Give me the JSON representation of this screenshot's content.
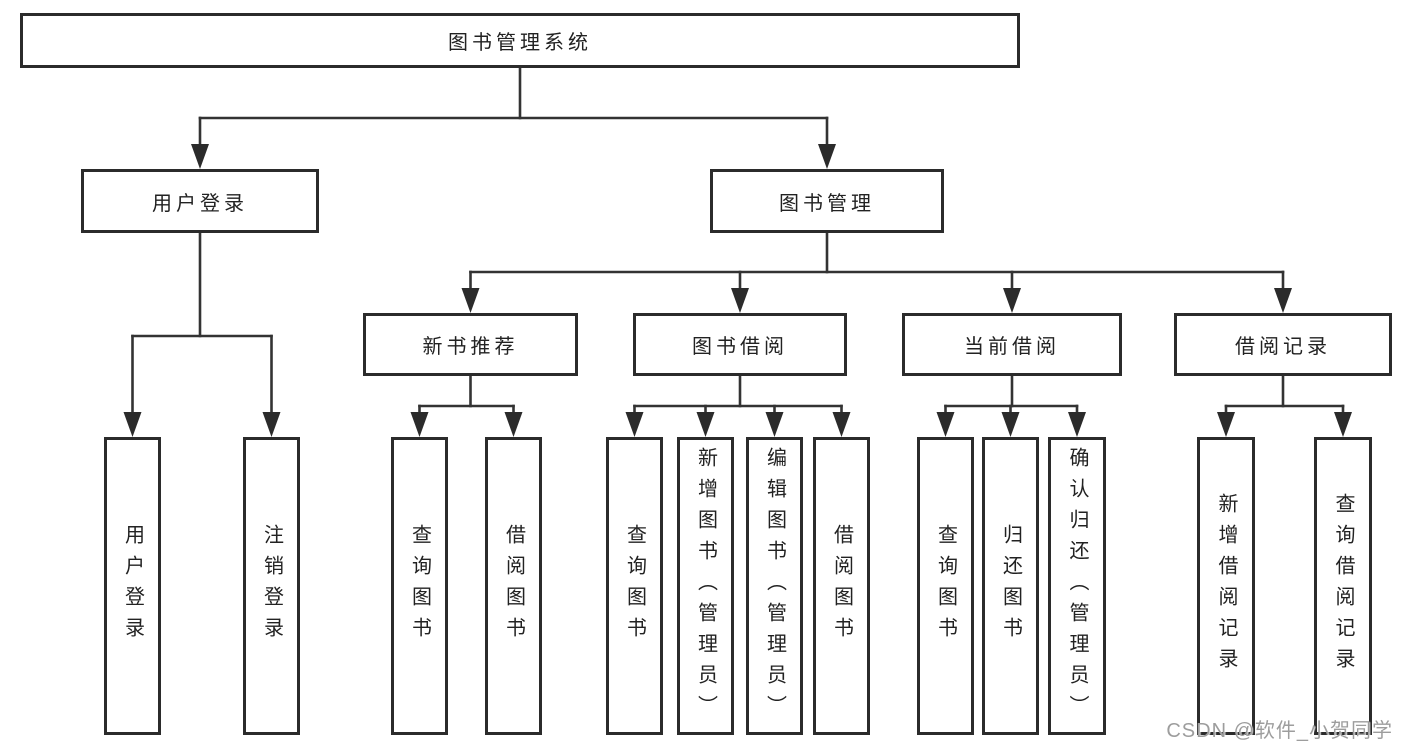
{
  "tree": {
    "label": "图书管理系统",
    "children": [
      {
        "label": "用户登录",
        "children": [
          {
            "label": "用户登录"
          },
          {
            "label": "注销登录"
          }
        ]
      },
      {
        "label": "图书管理",
        "children": [
          {
            "label": "新书推荐",
            "children": [
              {
                "label": "查询图书"
              },
              {
                "label": "借阅图书"
              }
            ]
          },
          {
            "label": "图书借阅",
            "children": [
              {
                "label": "查询图书"
              },
              {
                "label": "新增图书（管理员）"
              },
              {
                "label": "编辑图书（管理员）"
              },
              {
                "label": "借阅图书"
              }
            ]
          },
          {
            "label": "当前借阅",
            "children": [
              {
                "label": "查询图书"
              },
              {
                "label": "归还图书"
              },
              {
                "label": "确认归还（管理员）"
              }
            ]
          },
          {
            "label": "借阅记录",
            "children": [
              {
                "label": "新增借阅记录"
              },
              {
                "label": "查询借阅记录"
              }
            ]
          }
        ]
      }
    ]
  },
  "watermark": "CSDN @软件_小贺同学",
  "colors": {
    "background": "#ffffff",
    "line": "#333333",
    "arrow": "#2b2b2b",
    "box_border": "#2b2b2b",
    "text": "#222222",
    "watermark": "#9d9d9d"
  }
}
